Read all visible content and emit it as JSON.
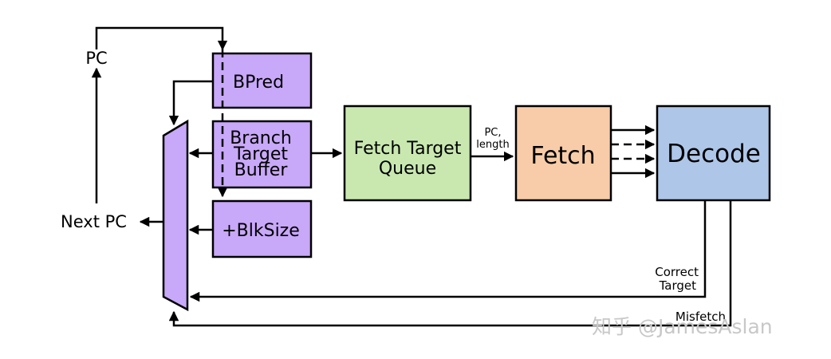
{
  "blocks": {
    "bpred": "BPred",
    "btb_line1": "Branch",
    "btb_line2": "Target",
    "btb_line3": "Buffer",
    "blksize": "+BlkSize",
    "ftq_line1": "Fetch Target",
    "ftq_line2": "Queue",
    "fetch": "Fetch",
    "decode": "Decode"
  },
  "labels": {
    "pc": "PC",
    "next_pc": "Next PC",
    "pc_length_line1": "PC,",
    "pc_length_line2": "length",
    "correct_target_line1": "Correct",
    "correct_target_line2": "Target",
    "misfetch": "Misfetch"
  },
  "watermark": "知乎 @JamesAslan",
  "colors": {
    "purple": "#c8a8f8",
    "green": "#c8e8b0",
    "orange": "#f8cca8",
    "blue": "#aec6e8"
  }
}
